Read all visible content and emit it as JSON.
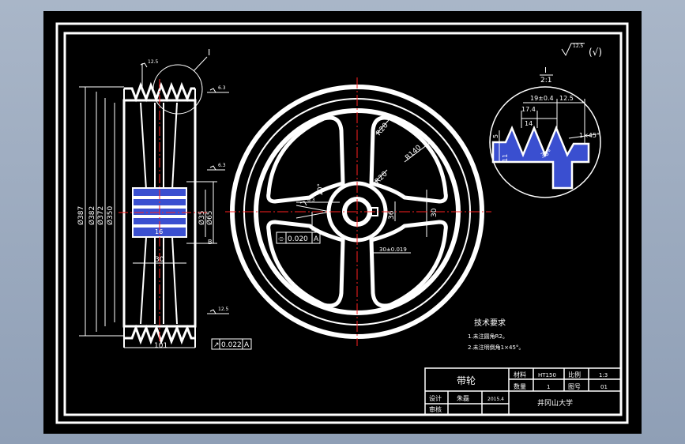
{
  "colors": {
    "background": "#97a6bc",
    "sheet": "#000000",
    "line": "#ffffff",
    "center_line": "#ff2020",
    "hatch": "#3a4fd0",
    "dim_text": "#ffffff"
  },
  "detail": {
    "label": "I",
    "scale": "2:1",
    "dims": [
      "19±0.4",
      "12.5",
      "17.4",
      "14",
      "5",
      "11",
      "38°",
      "1×45°"
    ]
  },
  "roughness_top": "12.5",
  "roughness_bracket": "(√)",
  "side_view": {
    "detail_marker": "I",
    "diameters": [
      "Ø387",
      "Ø382",
      "Ø372",
      "Ø350"
    ],
    "bore_dims": [
      "Ø35",
      "Ø65"
    ],
    "datum": "B",
    "widths": [
      "16",
      "30",
      "101"
    ],
    "roughness": [
      "12.5",
      "6.3",
      "6.3",
      "12.5"
    ],
    "tolerance": {
      "symbol": "↗",
      "value": "0.022",
      "datum": "A"
    }
  },
  "front_view": {
    "radii": [
      "R20",
      "R140",
      "R20"
    ],
    "angle": "10°",
    "keyway": [
      "36",
      "30"
    ],
    "key_width": "30±0.019",
    "roughness": "6.3",
    "tolerance": {
      "symbol": "⌯",
      "value": "0.020",
      "datum": "A"
    }
  },
  "notes": {
    "title": "技术要求",
    "items": [
      "1.未注圆角R2。",
      "2.未注明倒角1×45°。"
    ]
  },
  "title_block": {
    "part_name": "带轮",
    "labels": [
      "材料",
      "数量",
      "比例",
      "图号",
      "设计",
      "审核"
    ],
    "values": [
      "HT150",
      "1",
      "1:3",
      "01"
    ],
    "designer": "朱磊",
    "date": "2015.4",
    "school": "井冈山大学"
  }
}
